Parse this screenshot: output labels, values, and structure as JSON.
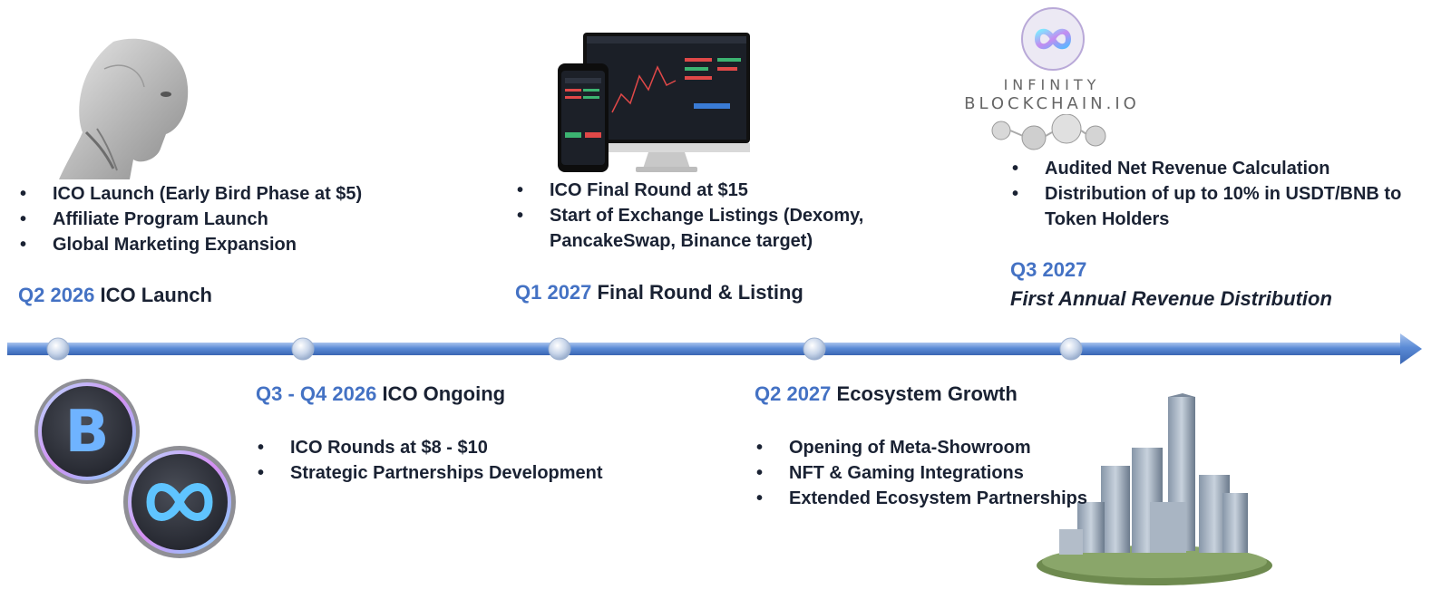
{
  "milestones": [
    {
      "id": "q2-2026",
      "quarter": "Q2 2026",
      "title": "ICO Launch",
      "bullets": [
        "ICO Launch (Early Bird Phase at $5)",
        "Affiliate Program Launch",
        "Global Marketing Expansion"
      ]
    },
    {
      "id": "q3-q4-2026",
      "quarter": "Q3 - Q4 2026",
      "title": "ICO Ongoing",
      "bullets": [
        "ICO Rounds at $8 - $10",
        "Strategic Partnerships Development"
      ]
    },
    {
      "id": "q1-2027",
      "quarter": "Q1 2027",
      "title": "Final Round & Listing",
      "bullets": [
        "ICO Final Round at $15",
        "Start of Exchange Listings (Dexomy, PancakeSwap, Binance target)"
      ]
    },
    {
      "id": "q2-2027",
      "quarter": "Q2 2027",
      "title": "Ecosystem Growth",
      "bullets": [
        "Opening of Meta-Showroom",
        "NFT & Gaming Integrations",
        "Extended Ecosystem Partnerships"
      ]
    },
    {
      "id": "q3-2027",
      "quarter": "Q3 2027",
      "title": "First Annual Revenue Distribution",
      "bullets": [
        "Audited Net Revenue Calculation",
        "Distribution of up to 10% in USDT/BNB to Token Holders"
      ]
    }
  ],
  "logo": {
    "line1": "INFINITY",
    "line2": "BLOCKCHAIN.IO"
  },
  "colors": {
    "accent": "#4472c4",
    "arrow": "#5b8bd6",
    "text": "#1a2233"
  },
  "icons": [
    "robot-head-icon",
    "trading-devices-icon",
    "infinity-logo-icon",
    "coins-icon",
    "city-icon"
  ]
}
